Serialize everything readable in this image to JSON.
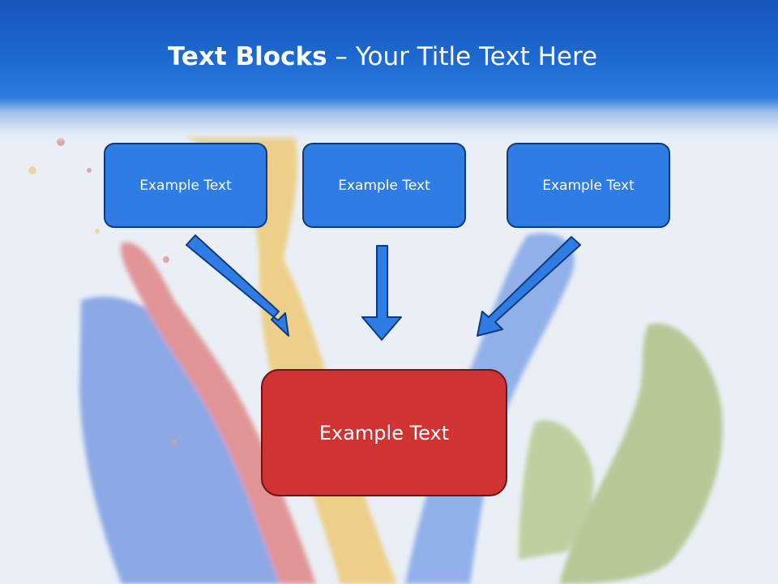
{
  "slide": {
    "title_bold": "Text Blocks",
    "title_dash": " – ",
    "title_rest": "Your Title Text Here"
  },
  "diagram": {
    "source_boxes": [
      {
        "text": "Example Text"
      },
      {
        "text": "Example Text"
      },
      {
        "text": "Example Text"
      }
    ],
    "target_box": {
      "text": "Example Text"
    }
  },
  "colors": {
    "header": "#1d68cf",
    "source_box_fill": "#2f7de4",
    "source_box_border": "#0e3a7a",
    "target_box_fill": "#cf3432",
    "target_box_border": "#6e1416",
    "arrow_fill": "#2f7de4",
    "arrow_border": "#0e3a7a"
  }
}
